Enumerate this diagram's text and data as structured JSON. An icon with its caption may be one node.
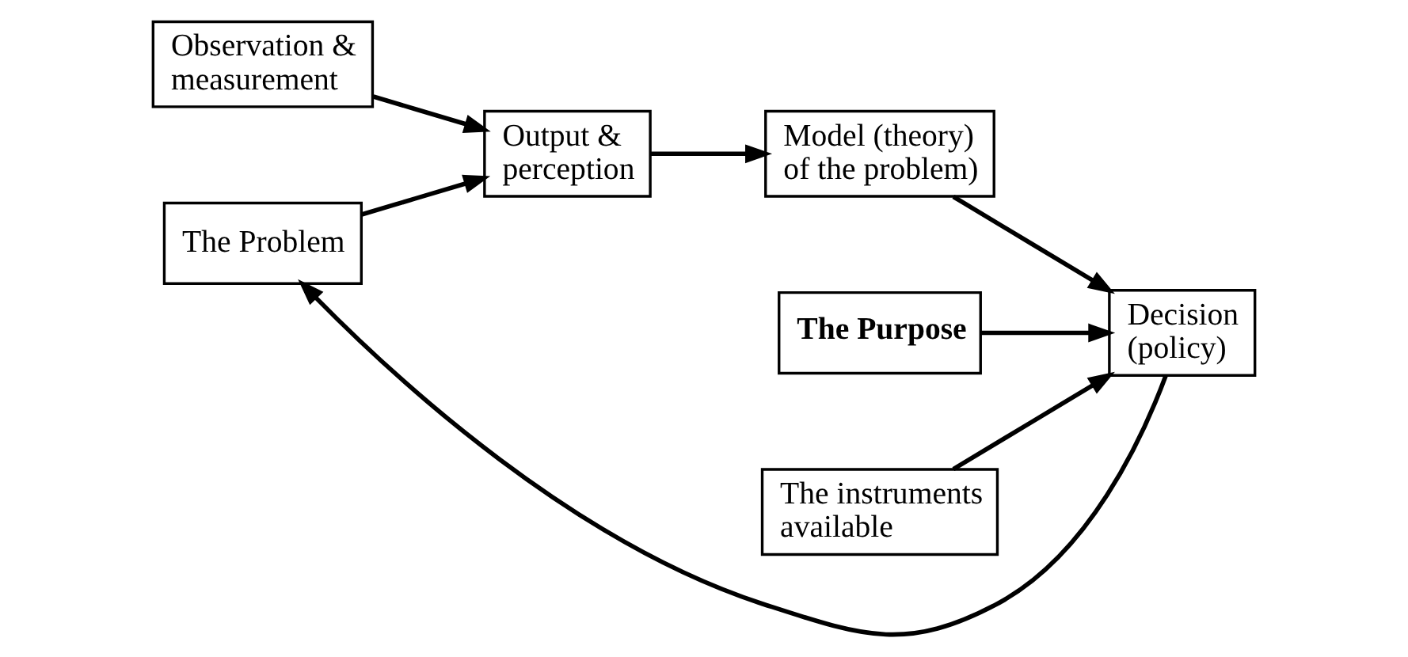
{
  "diagram": {
    "nodes": [
      {
        "text": [
          "Observation & measurement"
        ]
      },
      {
        "text": [
          "The Problem"
        ]
      },
      {
        "text": [
          "Output & perception"
        ]
      },
      {
        "text": [
          "Model (theory) of the problem)"
        ]
      },
      {
        "text": [
          "The Purpose"
        ]
      },
      {
        "text": [
          "The instruments available"
        ]
      },
      {
        "text": [
          "Decision (policy)"
        ]
      }
    ],
    "edges": [
      {
        "from": 1,
        "to": 2,
        "arrow": "to"
      },
      {
        "from": 0,
        "to": 2,
        "arrow": "to"
      },
      {
        "from": 2,
        "to": 3,
        "arrow": "to"
      },
      {
        "from": 3,
        "to": 6,
        "arrow": "to"
      },
      {
        "from": 4,
        "to": 6,
        "arrow": "to"
      },
      {
        "from": 5,
        "to": 6,
        "arrow": "to"
      },
      {
        "from": 6,
        "to": 1,
        "arrow": "to"
      }
    ]
  }
}
